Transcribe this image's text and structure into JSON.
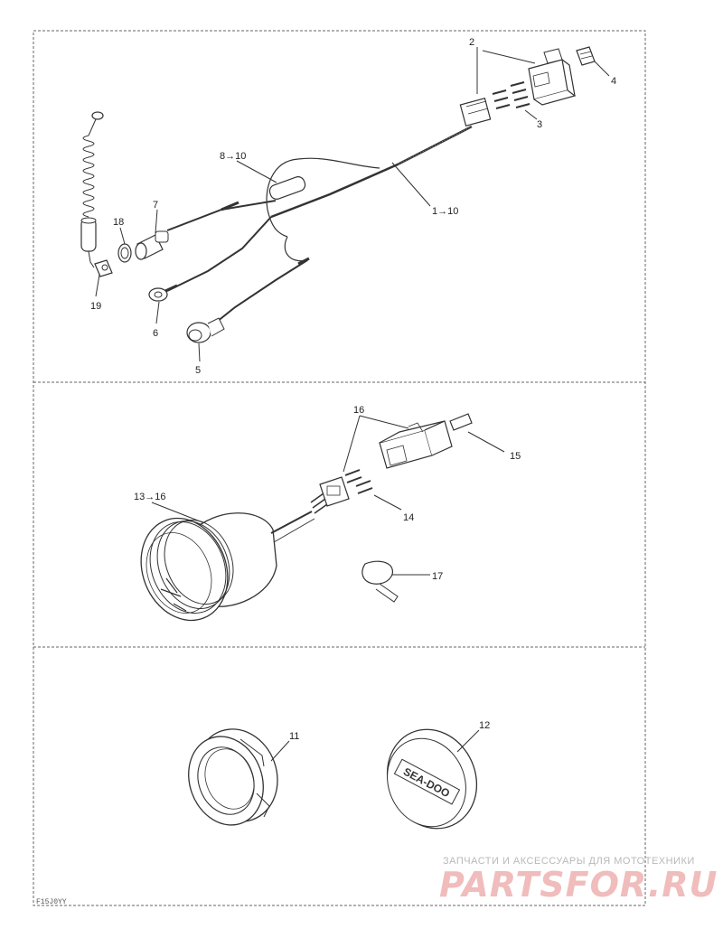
{
  "panels": {
    "harness": {
      "callouts": {
        "c2": "2",
        "c4": "4",
        "c3": "3",
        "c8to10": "8→10",
        "c1to10": "1→10",
        "c7": "7",
        "c18": "18",
        "c19": "19",
        "c6": "6",
        "c5": "5"
      }
    },
    "gauge": {
      "callouts": {
        "c16": "16",
        "c15": "15",
        "c14": "14",
        "c13to16": "13→16",
        "c17": "17"
      }
    },
    "accessories": {
      "callouts": {
        "c11": "11",
        "c12": "12"
      },
      "cap_logo": "SEA-DOO"
    }
  },
  "figure_code": "F15J0YY",
  "watermark": {
    "subtitle": "ЗАПЧАСТИ И АКСЕССУАРЫ ДЛЯ МОТОТЕХНИКИ",
    "logo": "PARTSFOR.RU"
  }
}
